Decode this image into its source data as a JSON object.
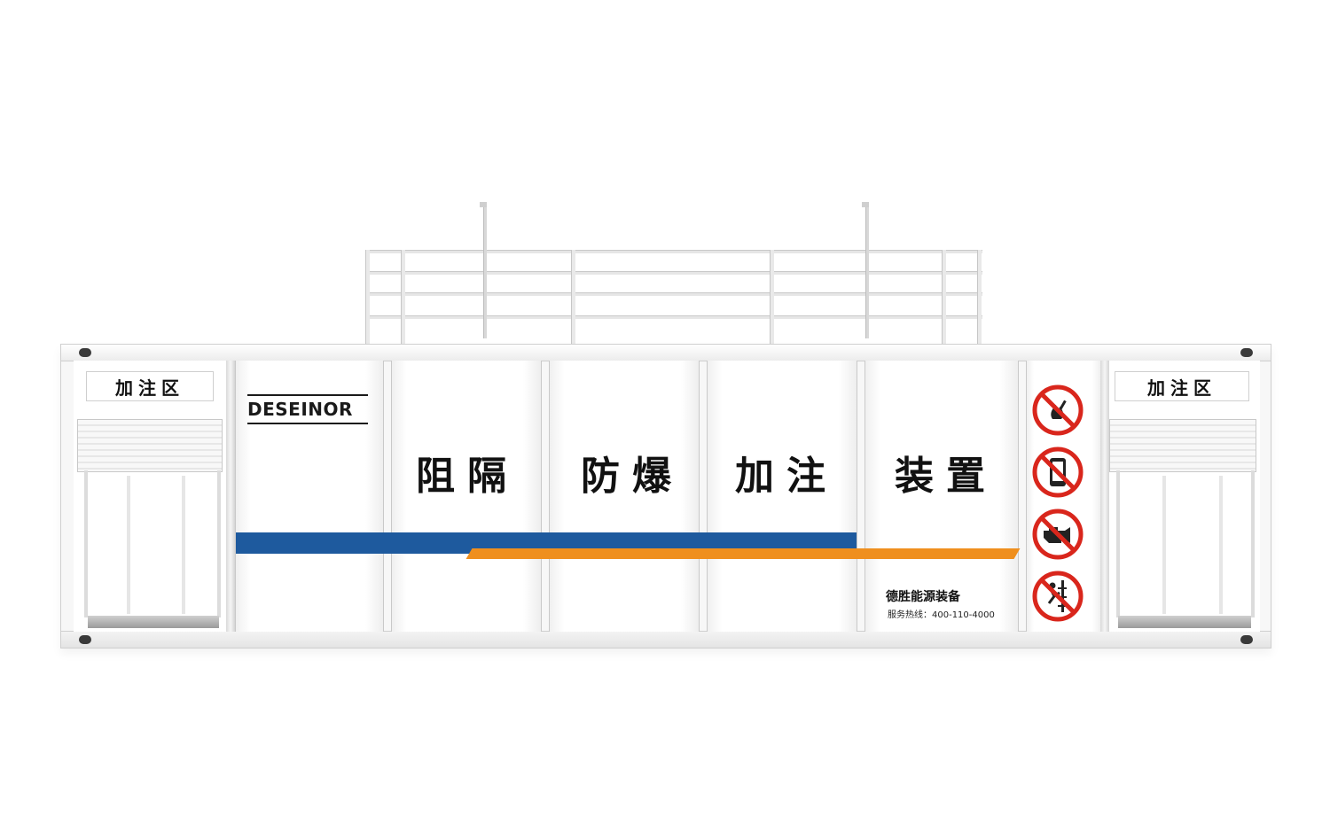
{
  "left_bay": {
    "label": "加注区"
  },
  "right_bay": {
    "label": "加注区"
  },
  "logo": {
    "text": "DESEINOR"
  },
  "slogan": [
    "阻隔",
    "防爆",
    "加注",
    "装置"
  ],
  "company": {
    "name": "德胜能源装备",
    "hotline": "服务热线：400-110-4000"
  },
  "warning_signs": [
    "no-fire-icon",
    "no-phone-icon",
    "no-engine-running-icon",
    "no-climbing-icon"
  ],
  "colors": {
    "stripe_blue": "#1e5a9e",
    "stripe_orange": "#ef8f1e",
    "warning_red": "#d9261c"
  }
}
